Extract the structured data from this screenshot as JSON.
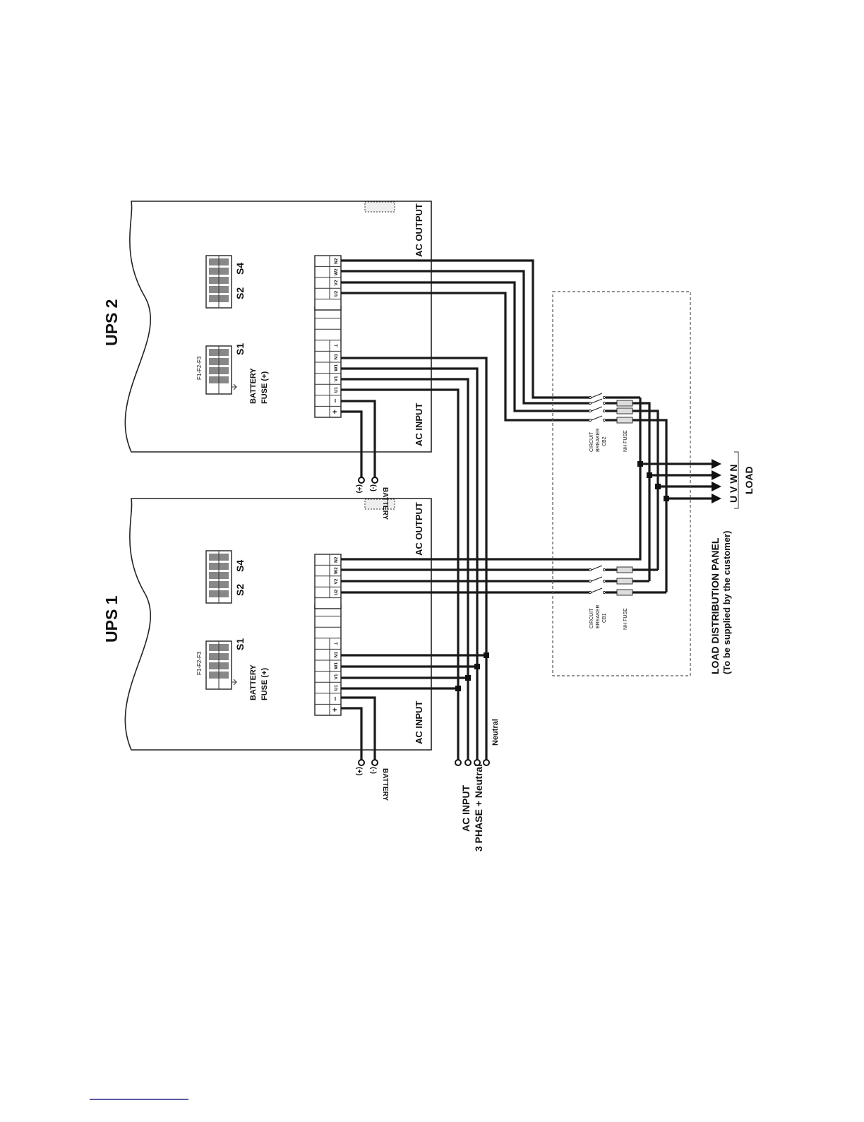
{
  "ups1": {
    "title": "UPS 1",
    "ac_input": "AC INPUT",
    "ac_output": "AC OUTPUT",
    "s1": "S1",
    "s2": "S2",
    "s4": "S4",
    "fuses": "F1-F2-F3",
    "battery_fuse_line1": "BATTERY",
    "battery_fuse_line2": "FUSE  (+)"
  },
  "ups2": {
    "title": "UPS 2",
    "ac_input": "AC INPUT",
    "ac_output": "AC OUTPUT",
    "s1": "S1",
    "s2": "S2",
    "s4": "S4",
    "fuses": "F1-F2-F3",
    "battery_fuse_line1": "BATTERY",
    "battery_fuse_line2": "FUSE  (+)"
  },
  "input_terminals": [
    "+",
    "–",
    "U1",
    "V1",
    "W1",
    "N1",
    "⊥"
  ],
  "output_terminals": [
    "U2",
    "V2",
    "W2",
    "N2"
  ],
  "battery": {
    "label": "BATTERY",
    "plus": "(+)",
    "minus": "(-)"
  },
  "mains": {
    "line1": "AC INPUT",
    "line2": "3 PHASE + Neutral",
    "neutral": "Neutral"
  },
  "panel": {
    "title": "LOAD DISTRIBUTION PANEL",
    "subtitle": "(To be supplied by the customer)",
    "cb1": [
      "CIRCUIT",
      "BREAKER",
      "CB1"
    ],
    "cb2": [
      "CIRCUIT",
      "BREAKER",
      "CB2"
    ],
    "nh_fuse": "NH FUSE"
  },
  "load": {
    "label": "LOAD",
    "phases": "U  V  W  N"
  }
}
